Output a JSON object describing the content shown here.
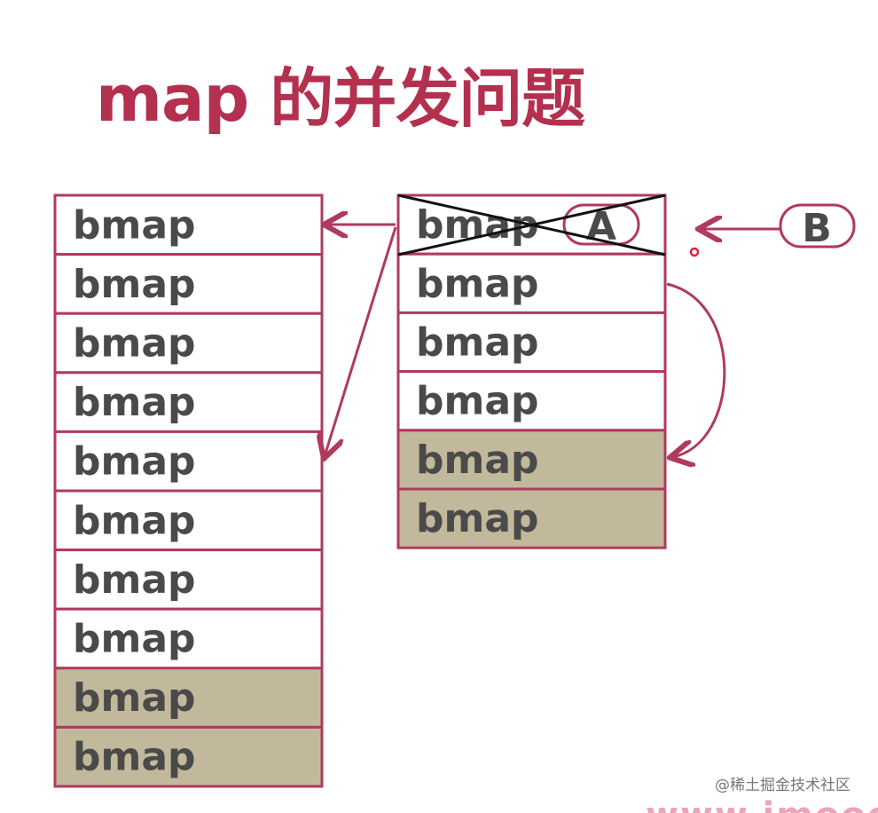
{
  "title": "map 的并发问题",
  "colors": {
    "accent": "#b3304f",
    "border": "#b03a5e",
    "shaded": "#c2b89b",
    "cross": "#111111"
  },
  "left_column": {
    "cells": [
      "bmap",
      "bmap",
      "bmap",
      "bmap",
      "bmap",
      "bmap",
      "bmap",
      "bmap",
      "bmap",
      "bmap"
    ],
    "shaded": [
      false,
      false,
      false,
      false,
      false,
      false,
      false,
      false,
      true,
      true
    ]
  },
  "right_column": {
    "cells": [
      "bmap",
      "bmap",
      "bmap",
      "bmap",
      "bmap",
      "bmap"
    ],
    "shaded": [
      false,
      false,
      false,
      false,
      true,
      true
    ],
    "crossed_index": 0
  },
  "label_a": "A",
  "label_b": "B",
  "watermark": "@稀土掘金技术社区",
  "site": "www.imooc.c"
}
